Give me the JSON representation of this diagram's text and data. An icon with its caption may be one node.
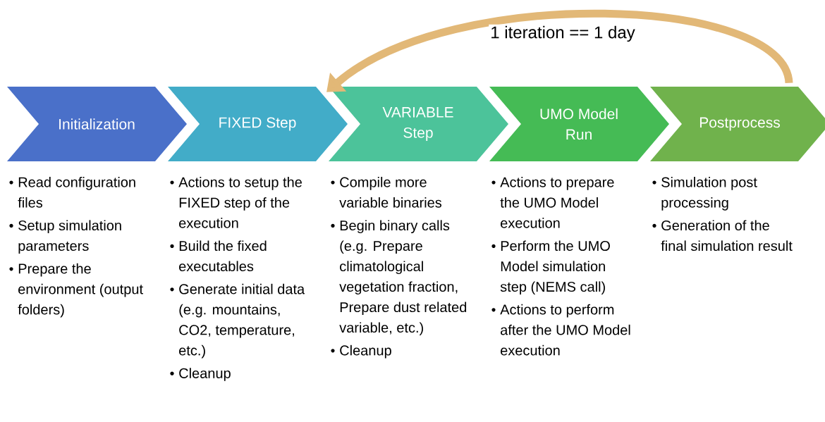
{
  "diagram": {
    "nodes": [
      {
        "text": [
          "Initialization"
        ],
        "beside": [
          "Read configuration files",
          "Setup simulation parameters",
          "Prepare the environment (output folders)"
        ]
      },
      {
        "text": [
          "FIXED Step"
        ],
        "beside": [
          "Actions to setup the FIXED step of the execution",
          "Build the fixed executables",
          "Generate initial data (e.g. mountains, CO2, temperature, etc.)",
          "Cleanup"
        ]
      },
      {
        "text": [
          "VARIABLE Step"
        ],
        "beside": [
          "Compile more variable binaries",
          "Begin binary calls (e.g. Prepare climatological vegetation fraction, Prepare dust related variable, etc.)",
          "Cleanup"
        ]
      },
      {
        "text": [
          "UMO Model Run"
        ],
        "beside": [
          "Actions to prepare the UMO Model execution",
          "Perform the UMO Model simulation step (NEMS call)",
          "Actions to perform after the UMO Model execution"
        ]
      },
      {
        "text": [
          "Postprocess"
        ],
        "beside": [
          "Simulation post processing",
          "Generation of the final simulation result"
        ]
      }
    ],
    "edges": [
      {
        "from": 4,
        "to": 2,
        "arrow": "to",
        "label": "1 iteration == 1 day",
        "color": "#e2b877"
      }
    ]
  }
}
